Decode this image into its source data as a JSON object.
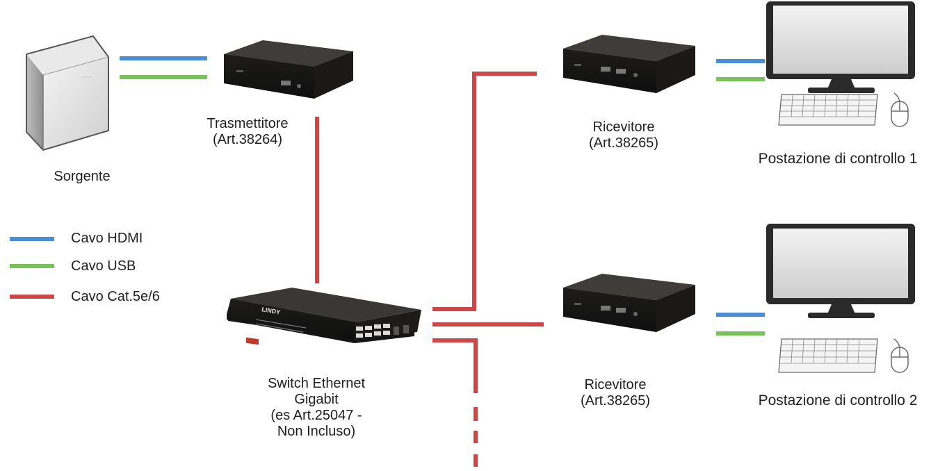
{
  "colors": {
    "hdmi": "#4a8fd6",
    "usb": "#79c25a",
    "cat": "#cc4848",
    "device_body": "#2b2a29",
    "device_top": "#3d3b39"
  },
  "nodes": {
    "source": {
      "label": "Sorgente",
      "icon": "server-tower-icon"
    },
    "transmitter": {
      "label_line1": "Trasmettitore",
      "label_line2": "(Art.38264)",
      "icon": "transmitter-box-icon"
    },
    "receiver_1": {
      "label_line1": "Ricevitore",
      "label_line2": "(Art.38265)",
      "icon": "receiver-box-icon"
    },
    "receiver_2": {
      "label_line1": "Ricevitore",
      "label_line2": "(Art.38265)",
      "icon": "receiver-box-icon"
    },
    "switch": {
      "label_line1": "Switch Ethernet",
      "label_line2": "Gigabit",
      "label_line3": "(es Art.25047 -",
      "label_line4": "Non Incluso)",
      "brand": "LINDY",
      "icon": "network-switch-icon"
    },
    "station_1": {
      "label": "Postazione di controllo 1",
      "icon": "workstation-icon"
    },
    "station_2": {
      "label": "Postazione di controllo 2",
      "icon": "workstation-icon"
    }
  },
  "legend": {
    "hdmi": "Cavo HDMI",
    "usb": "Cavo USB",
    "cat": "Cavo Cat.5e/6"
  }
}
